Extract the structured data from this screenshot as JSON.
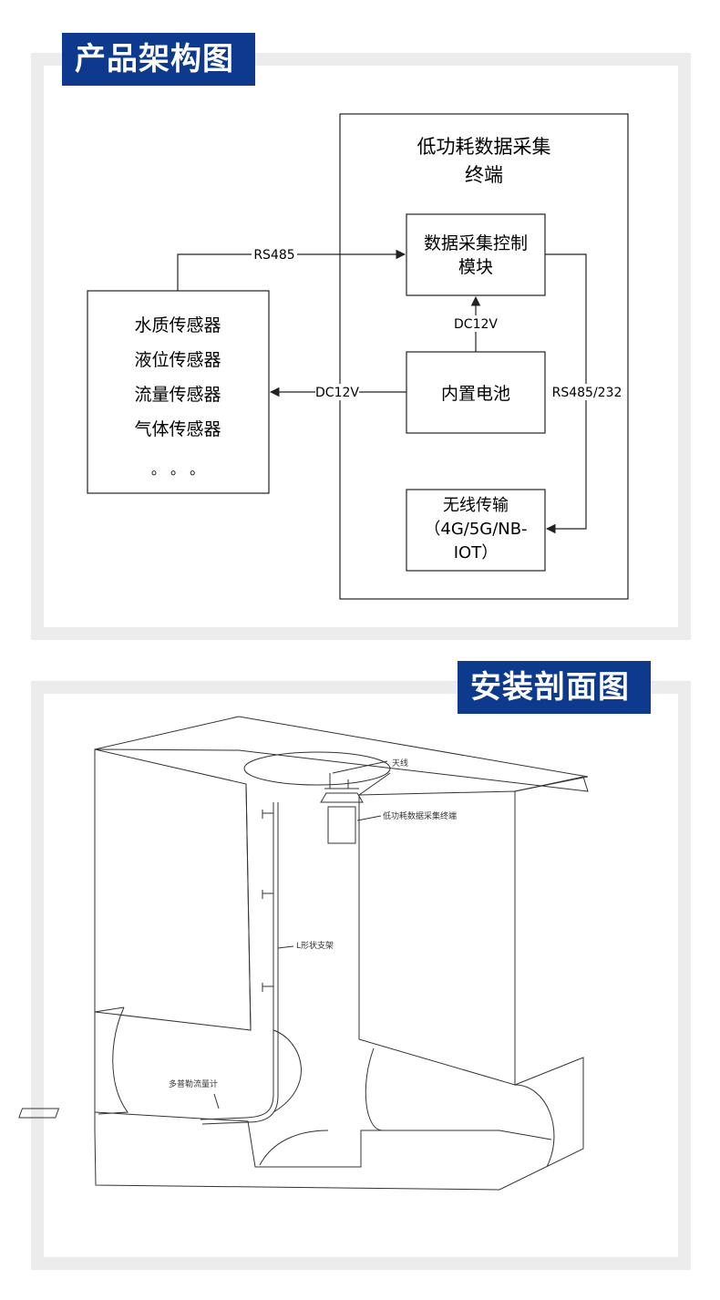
{
  "colors": {
    "tag_bg": "#0d3a8c",
    "panel_border": "#ececec",
    "line": "#222222"
  },
  "section1": {
    "title": "产品架构图",
    "terminal_title": [
      "低功耗数据采集",
      "终端"
    ],
    "control_module": [
      "数据采集控制",
      "模块"
    ],
    "battery": "内置电池",
    "wireless": [
      "无线传输",
      "（4G/5G/NB-",
      "IOT）"
    ],
    "sensors": [
      "水质传感器",
      "液位传感器",
      "流量传感器",
      "气体传感器"
    ],
    "sensors_more": "。 。 。",
    "label_rs485": "RS485",
    "label_dc12v_up": "DC12V",
    "label_dc12v_left": "DC12V",
    "label_rs485_232": "RS485/232"
  },
  "section2": {
    "title": "安装剖面图",
    "callouts": {
      "antenna": "天线",
      "terminal": "低功耗数据采集终端",
      "bracket": "L形状支架",
      "flowmeter": "多普勒流量计"
    }
  }
}
